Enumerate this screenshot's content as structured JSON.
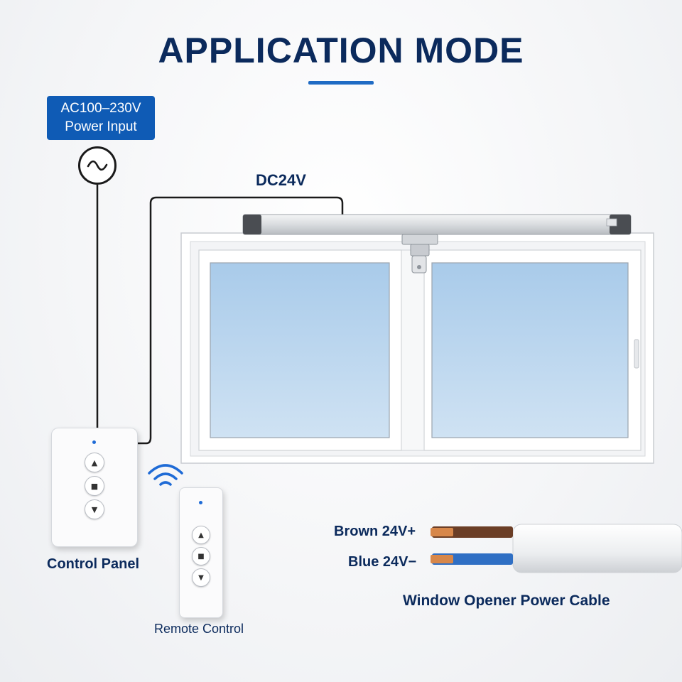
{
  "title": "APPLICATION MODE",
  "power_input": {
    "line1": "AC100–230V",
    "line2": "Power Input",
    "symbol": "~"
  },
  "dc_label": "DC24V",
  "control_panel": {
    "label": "Control Panel",
    "buttons": [
      "▲",
      "■",
      "▼"
    ]
  },
  "remote_control": {
    "label": "Remote Control",
    "buttons": [
      "▲",
      "■",
      "▼"
    ]
  },
  "cable": {
    "title": "Window Opener Power Cable",
    "wires": [
      {
        "label": "Brown 24V+",
        "color": "#6b3e26"
      },
      {
        "label": "Blue 24V−",
        "color": "#2f6fc4"
      }
    ]
  },
  "colors": {
    "title": "#0b2a5c",
    "accent": "#1f6bc4",
    "glass": "#b9d6ee"
  }
}
